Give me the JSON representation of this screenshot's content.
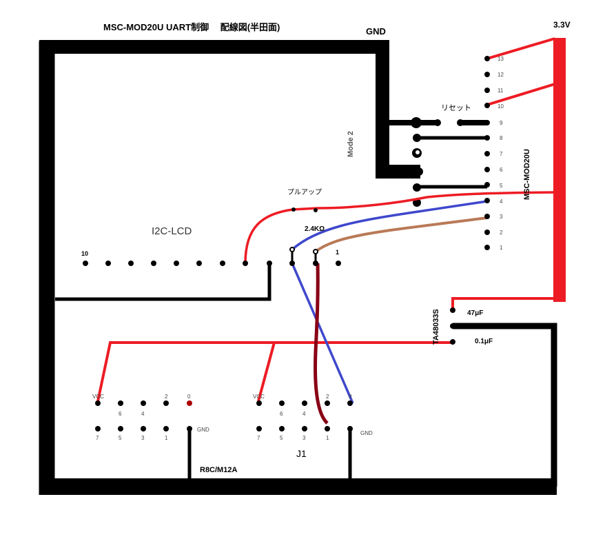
{
  "title": "MSC-MOD20U  UART制御　 配線図(半田面)",
  "labels": {
    "gnd_top": "GND",
    "v33": "3.3V",
    "reset": "リセット",
    "mode2": "Mode 2",
    "module": "MSC-MOD20U",
    "pullup": "プルアップ",
    "resistor": "2.4KΩ",
    "lcd": "I2C-LCD",
    "lcd_pin10": "10",
    "lcd_pin1": "1",
    "regulator": "TA48033S",
    "cap1": "47μF",
    "cap2": "0.1μF",
    "board": "R8C/M12A",
    "j1": "J1"
  },
  "module_pins": [
    "13",
    "12",
    "11",
    "10",
    "9",
    "8",
    "7",
    "6",
    "5",
    "4",
    "3",
    "2",
    "1"
  ],
  "connector_left": {
    "vcc": "VCC",
    "top": [
      "6",
      "4",
      "2",
      "0"
    ],
    "bottom": [
      "7",
      "5",
      "3",
      "1"
    ],
    "gnd": "GND"
  },
  "connector_right": {
    "vcc": "VCC",
    "top": [
      "6",
      "4",
      "2",
      "0"
    ],
    "bottom": [
      "7",
      "5",
      "3",
      "1"
    ],
    "gnd": "GND"
  },
  "colors": {
    "black": "#000000",
    "red": "#ed1c24",
    "blue": "#3f48cc",
    "brown": "#b97a57",
    "darkred": "#880015"
  }
}
